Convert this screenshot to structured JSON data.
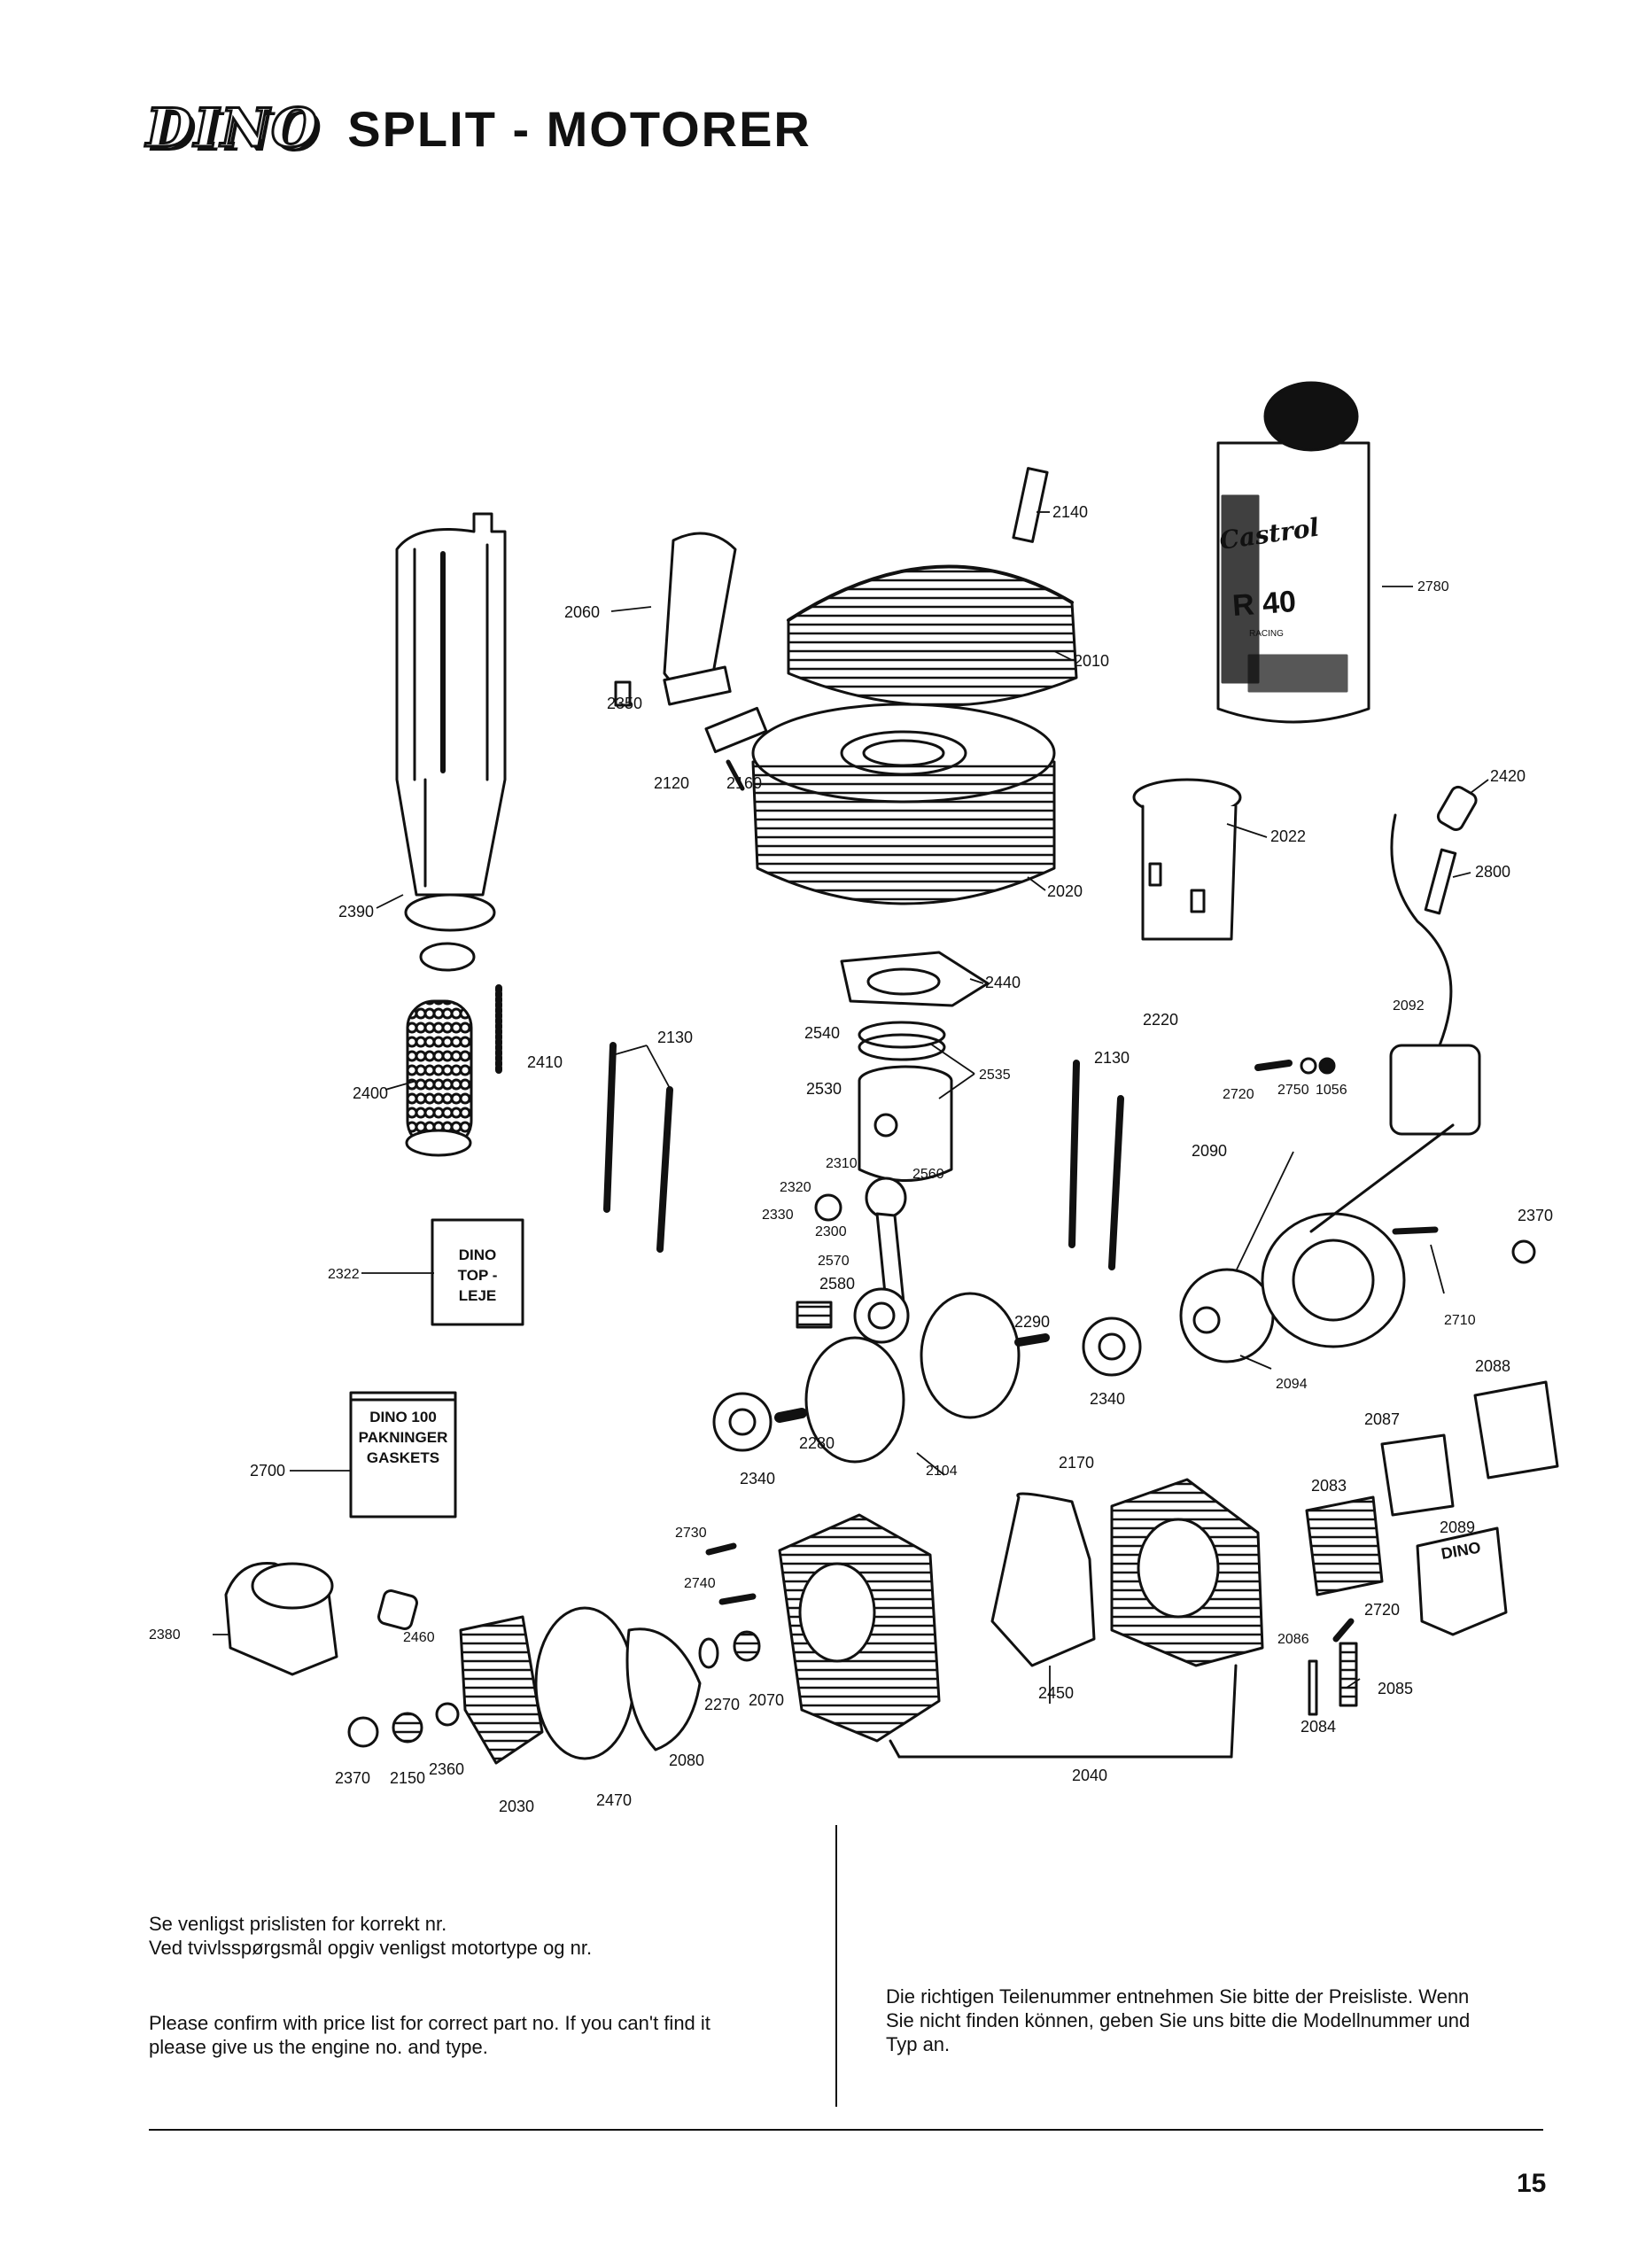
{
  "header": {
    "logo_text": "DINO",
    "title": "SPLIT - MOTORER"
  },
  "diagram": {
    "part_labels": [
      "2140",
      "2780",
      "2060",
      "2010",
      "2350",
      "2120",
      "2160",
      "2420",
      "2022",
      "2800",
      "2020",
      "2390",
      "2440",
      "2410",
      "2400",
      "2130",
      "2540",
      "2535",
      "2220",
      "2530",
      "2130",
      "2092",
      "2720",
      "2750",
      "1056",
      "2310",
      "2560",
      "2320",
      "2330",
      "2300",
      "2090",
      "2370",
      "2322",
      "2570",
      "2580",
      "2710",
      "2290",
      "2094",
      "2088",
      "2340",
      "2087",
      "2700",
      "2280",
      "2104",
      "2340",
      "2170",
      "2083",
      "2730",
      "2089",
      "2380",
      "2740",
      "2720",
      "2460",
      "2086",
      "2270",
      "2070",
      "2450",
      "2085",
      "2084",
      "2080",
      "2370",
      "2150",
      "2360",
      "2030",
      "2470",
      "2040"
    ],
    "box_topleje": {
      "lines": [
        "DINO",
        "TOP -",
        "LEJE"
      ]
    },
    "box_gaskets": {
      "lines": [
        "DINO 100",
        "PAKNINGER",
        "GASKETS"
      ]
    },
    "bottle": {
      "brand": "Castrol",
      "product": "R 40",
      "sub": "RACING"
    },
    "plate_text": "DINO"
  },
  "notes": {
    "danish": [
      "Se venligst prislisten for korrekt nr.",
      "Ved tvivlsspørgsmål opgiv venligst motortype og nr."
    ],
    "english": [
      "Please confirm with price list for correct part no. If you can't find it",
      "please give us the engine no. and type."
    ],
    "german": [
      "Die richtigen Teilenummer entnehmen Sie bitte der Preisliste. Wenn",
      "Sie nicht finden können, geben Sie uns bitte die Modellnummer und",
      "Typ an."
    ]
  },
  "footer": {
    "page_number": "15"
  }
}
